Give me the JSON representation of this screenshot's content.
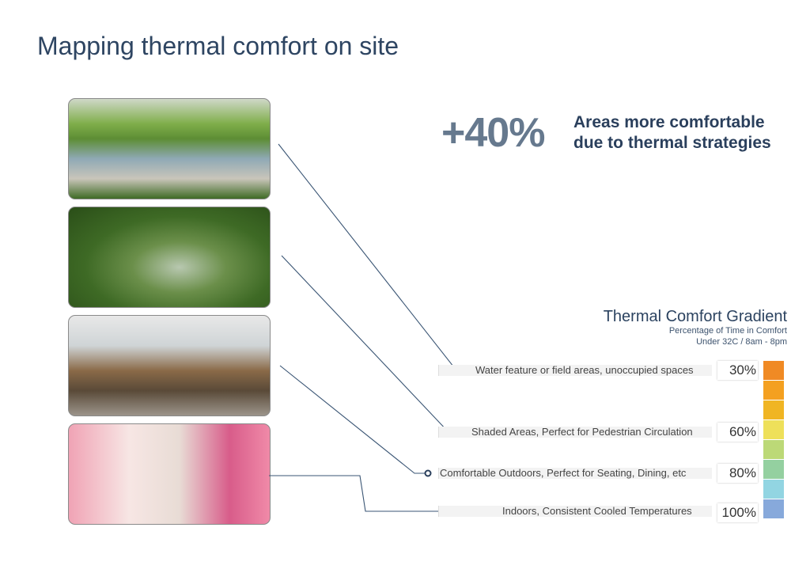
{
  "title": "Mapping thermal comfort on site",
  "highlight": {
    "value": "+40%",
    "line1": "Areas more comfortable",
    "line2": "due to thermal strategies"
  },
  "gradient": {
    "title": "Thermal Comfort Gradient",
    "subtitle1": "Percentage of Time in Comfort",
    "subtitle2": "Under 32C  / 8am - 8pm",
    "colors": [
      "#F08A24",
      "#F4A020",
      "#F0B523",
      "#EEE05A",
      "#BCD977",
      "#94D0A0",
      "#92D5E2",
      "#87A9DB"
    ]
  },
  "zones": [
    {
      "label": "Water feature or field areas, unoccupied spaces",
      "percent": "30%",
      "photo": "park-water-feature"
    },
    {
      "label": "Shaded Areas, Perfect for Pedestrian Circulation",
      "percent": "60%",
      "photo": "shaded-garden-path"
    },
    {
      "label": "Comfortable Outdoors, Perfect for Seating, Dining, etc",
      "percent": "80%",
      "photo": "canopy-plaza"
    },
    {
      "label": "Indoors, Consistent Cooled Temperatures",
      "percent": "100%",
      "photo": "retail-interior"
    }
  ],
  "line_color": "#3a5574"
}
